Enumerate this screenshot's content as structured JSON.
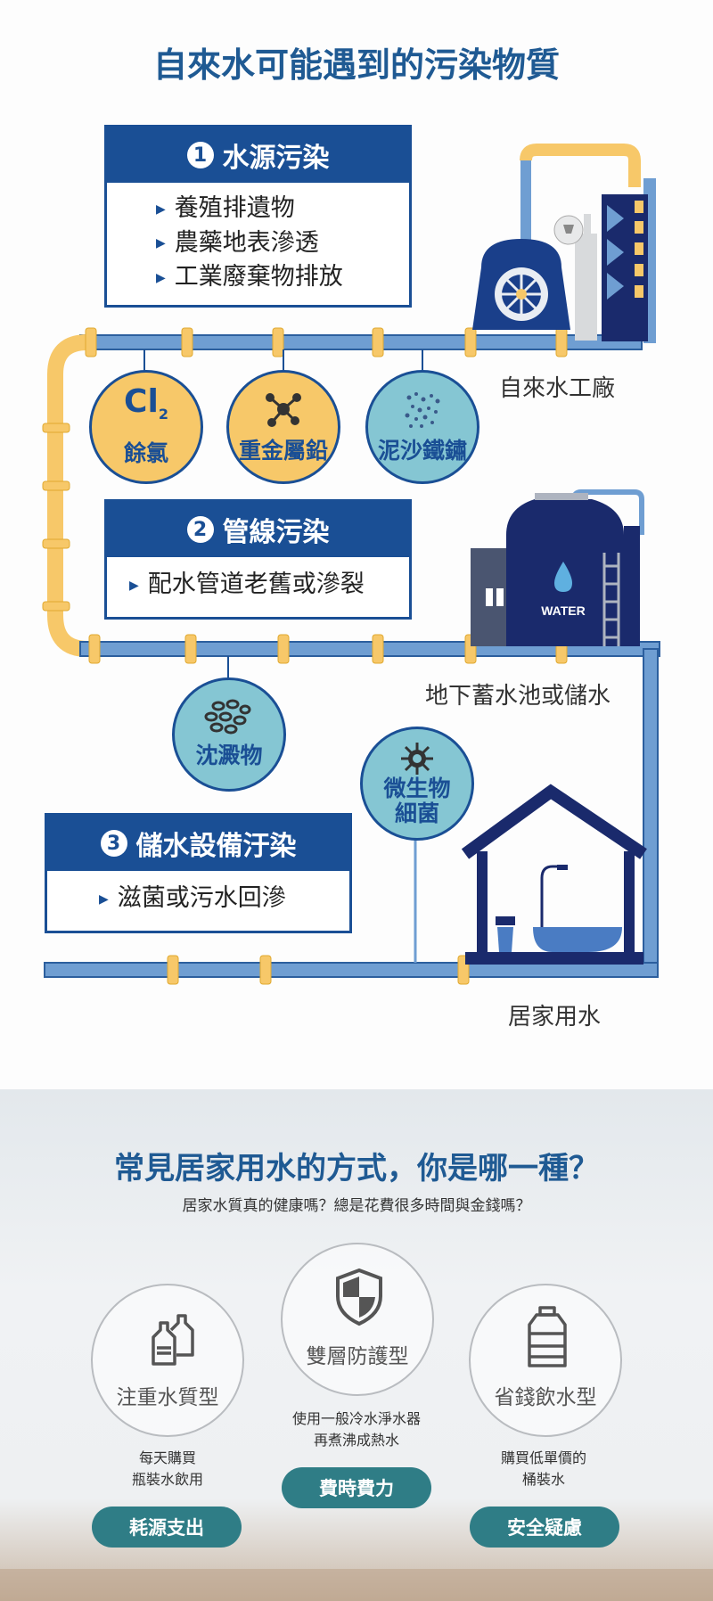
{
  "contamination": {
    "title": "自來水可能遇到的污染物質",
    "sections": [
      {
        "number": "1",
        "title": "水源污染",
        "items": [
          "養殖排遺物",
          "農藥地表滲透",
          "工業廢棄物排放"
        ]
      },
      {
        "number": "2",
        "title": "管線污染",
        "items": [
          "配水管道老舊或滲裂"
        ]
      },
      {
        "number": "3",
        "title": "儲水設備汙染",
        "items": [
          "滋菌或污水回滲"
        ]
      }
    ],
    "pollutants": [
      {
        "symbol": "Cl",
        "subscript": "2",
        "label": "餘氯"
      },
      {
        "label": "重金屬鉛"
      },
      {
        "label": "泥沙鐵鏽"
      },
      {
        "label": "沈澱物"
      },
      {
        "label_line1": "微生物",
        "label_line2": "細菌"
      }
    ],
    "places": [
      "自來水工廠",
      "地下蓄水池或儲水",
      "居家用水"
    ],
    "tank_text": "WATER"
  },
  "habits": {
    "title": "常見居家用水的方式，你是哪一種？",
    "subtitle": "居家水質真的健康嗎？總是花費很多時間與金錢嗎？",
    "options": [
      {
        "name": "注重水質型",
        "icon": "bottles-icon",
        "desc1": "每天購買",
        "desc2": "瓶裝水飲用",
        "tag": "耗源支出"
      },
      {
        "name": "雙層防護型",
        "icon": "shield-icon",
        "desc1": "使用一般冷水淨水器",
        "desc2": "再煮沸成熱水",
        "tag": "費時費力"
      },
      {
        "name": "省錢飲水型",
        "icon": "water-jug-icon",
        "desc1": "購買低單價的",
        "desc2": "桶裝水",
        "tag": "安全疑慮"
      }
    ]
  },
  "colors": {
    "navy": "#1a4f95",
    "pipe_blue": "#6f9ed2",
    "pipe_yellow": "#f7c869",
    "teal": "#85c6d3",
    "pill": "#2f7d86"
  }
}
